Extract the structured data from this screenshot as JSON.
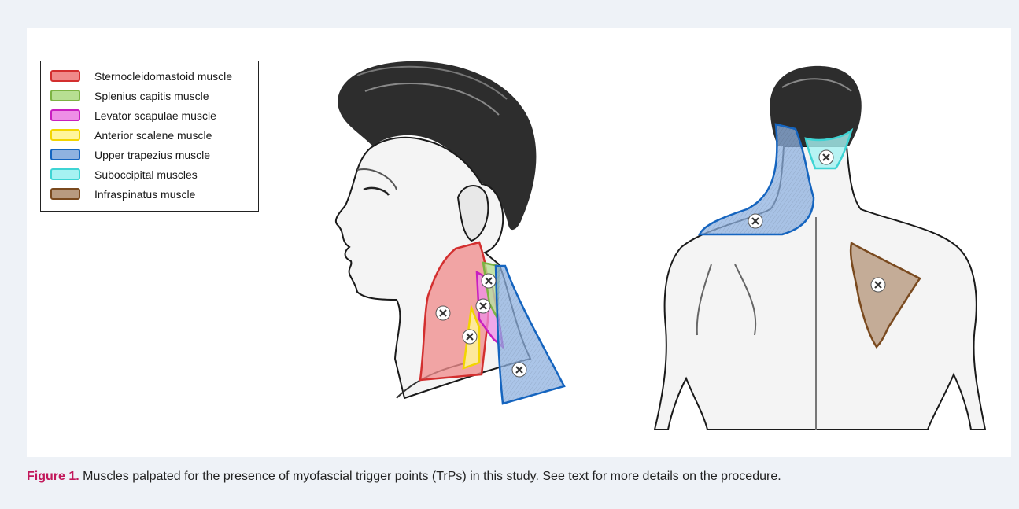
{
  "legend": {
    "items": [
      {
        "label": "Sternocleidomastoid muscle",
        "fill": "#f08a8a",
        "stroke": "#d32f2f"
      },
      {
        "label": "Splenius capitis muscle",
        "fill": "#b7df92",
        "stroke": "#7cb342"
      },
      {
        "label": "Levator scapulae muscle",
        "fill": "#ee8fe6",
        "stroke": "#c81fc0"
      },
      {
        "label": "Anterior scalene muscle",
        "fill": "#fff59a",
        "stroke": "#f2d500"
      },
      {
        "label": "Upper trapezius muscle",
        "fill": "#8fb2e0",
        "stroke": "#1565c0"
      },
      {
        "label": "Suboccipital muscles",
        "fill": "#a6f2f2",
        "stroke": "#3ed4d4"
      },
      {
        "label": "Infraspinatus muscle",
        "fill": "#b89a7f",
        "stroke": "#7a4a1f"
      }
    ]
  },
  "colors": {
    "page_background": "#eef2f7",
    "panel_background": "#ffffff",
    "caption_accent": "#c2185b",
    "trigger_point_marker": "#ffffff"
  },
  "caption": {
    "label": "Figure 1.",
    "text": " Muscles palpated for the presence of myofascial trigger points (TrPs) in this study. See text for more details on the procedure."
  }
}
